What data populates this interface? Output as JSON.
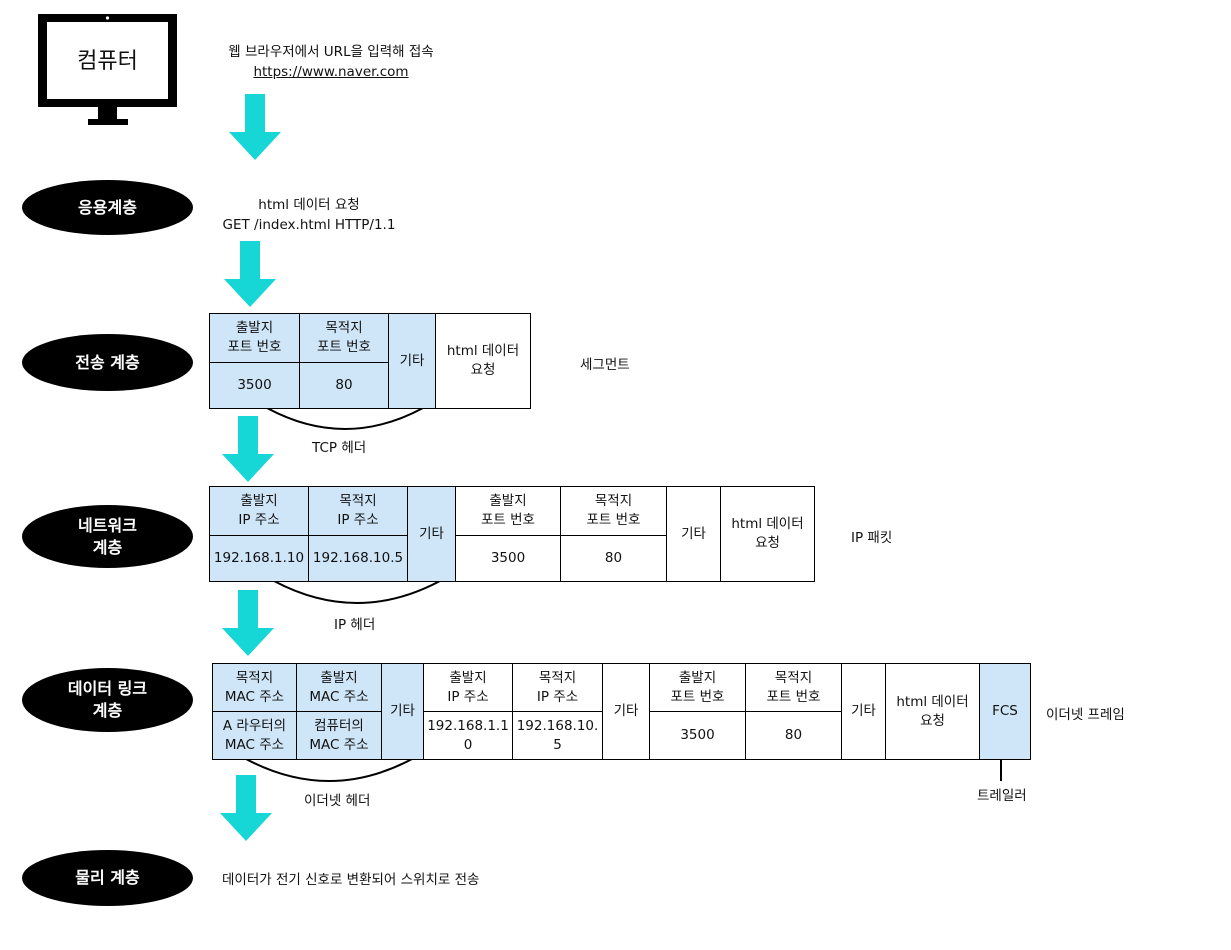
{
  "colors": {
    "arrow": "#16d6d6",
    "header_cell": "#cfe6f8",
    "layer_bg": "#000000"
  },
  "computer": {
    "label": "컴퓨터",
    "desc_line1": "웹 브라우저에서 URL을 입력해 접속",
    "url": "https://www.naver.com"
  },
  "layers": {
    "application": {
      "label": "응용계층",
      "desc_line1": "html 데이터 요청",
      "desc_line2": "GET /index.html HTTP/1.1"
    },
    "transport": {
      "label": "전송 계층",
      "caption": "세그먼트",
      "header_caption": "TCP 헤더",
      "cells": {
        "src_port_head": "출발지\n포트 번호",
        "dst_port_head": "목적지\n포트 번호",
        "src_port_val": "3500",
        "dst_port_val": "80",
        "etc": "기타",
        "payload": "html 데이터\n요청"
      }
    },
    "network": {
      "label": "네트워크\n계층",
      "caption": "IP 패킷",
      "header_caption": "IP 헤더",
      "cells": {
        "src_ip_head": "출발지\nIP 주소",
        "dst_ip_head": "목적지\nIP 주소",
        "src_ip_val": "192.168.1.10",
        "dst_ip_val": "192.168.10.5",
        "etc_ip": "기타",
        "src_port_head": "출발지\n포트 번호",
        "dst_port_head": "목적지\n포트 번호",
        "src_port_val": "3500",
        "dst_port_val": "80",
        "etc_port": "기타",
        "payload": "html 데이터\n요청"
      }
    },
    "datalink": {
      "label": "데이터 링크\n계층",
      "caption": "이더넷 프레임",
      "header_caption": "이더넷 헤더",
      "trailer_caption": "트레일러",
      "cells": {
        "dst_mac_head": "목적지\nMAC 주소",
        "src_mac_head": "출발지\nMAC 주소",
        "dst_mac_val": "A 라우터의\nMAC 주소",
        "src_mac_val": "컴퓨터의\nMAC 주소",
        "etc_mac": "기타",
        "src_ip_head": "출발지\nIP 주소",
        "dst_ip_head": "목적지\nIP 주소",
        "src_ip_val": "192.168.1.1\n0",
        "dst_ip_val": "192.168.10.\n5",
        "etc_ip": "기타",
        "src_port_head": "출발지\n포트 번호",
        "dst_port_head": "목적지\n포트 번호",
        "src_port_val": "3500",
        "dst_port_val": "80",
        "etc_port": "기타",
        "payload": "html 데이터\n요청",
        "fcs": "FCS"
      }
    },
    "physical": {
      "label": "물리 계층",
      "desc": "데이터가 전기 신호로 변환되어 스위치로 전송"
    }
  }
}
